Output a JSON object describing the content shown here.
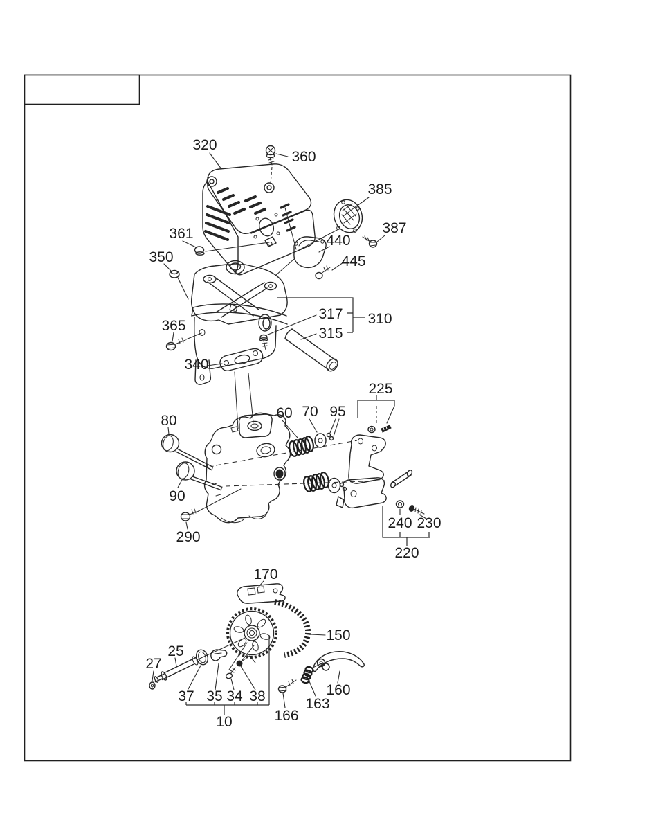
{
  "figure": {
    "title_box_text": ""
  },
  "callouts": {
    "c320": "320",
    "c360": "360",
    "c385": "385",
    "c387": "387",
    "c361": "361",
    "c350": "350",
    "c440": "440",
    "c445": "445",
    "c317": "317",
    "c310": "310",
    "c315": "315",
    "c365": "365",
    "c340": "340",
    "c225": "225",
    "c60": "60",
    "c70": "70",
    "c95": "95",
    "c80": "80",
    "c90": "90",
    "c290": "290",
    "c240": "240",
    "c230": "230",
    "c220": "220",
    "c170": "170",
    "c150": "150",
    "c25": "25",
    "c27": "27",
    "c37": "37",
    "c35": "35",
    "c34": "34",
    "c38": "38",
    "c10": "10",
    "c166": "166",
    "c163": "163",
    "c160": "160"
  }
}
